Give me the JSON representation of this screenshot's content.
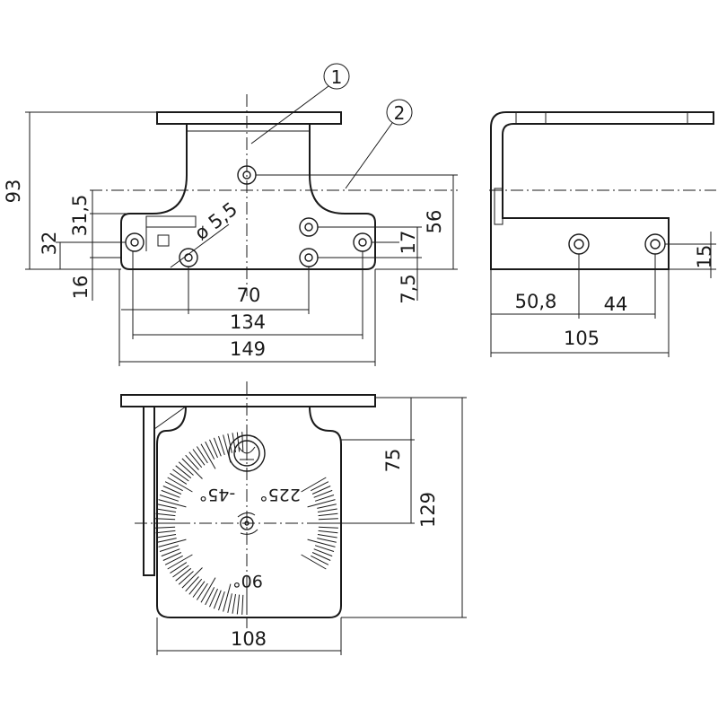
{
  "callouts": {
    "one": "1",
    "two": "2"
  },
  "front_view": {
    "height_total": "93",
    "height_31_5": "31,5",
    "height_32": "32",
    "height_16": "16",
    "hole_diameter": "ø 5,5",
    "spacing_70": "70",
    "spacing_134": "134",
    "width_149": "149",
    "height_56": "56",
    "height_17": "17",
    "height_7_5": "7,5"
  },
  "side_view": {
    "offset_50_8": "50,8",
    "spacing_44": "44",
    "width_105": "105",
    "height_15": "15"
  },
  "bottom_view": {
    "height_75": "75",
    "height_129": "129",
    "width_108": "108",
    "scale_labels": {
      "minus45": "-45°",
      "p225": "225°",
      "p90": "90°"
    }
  }
}
